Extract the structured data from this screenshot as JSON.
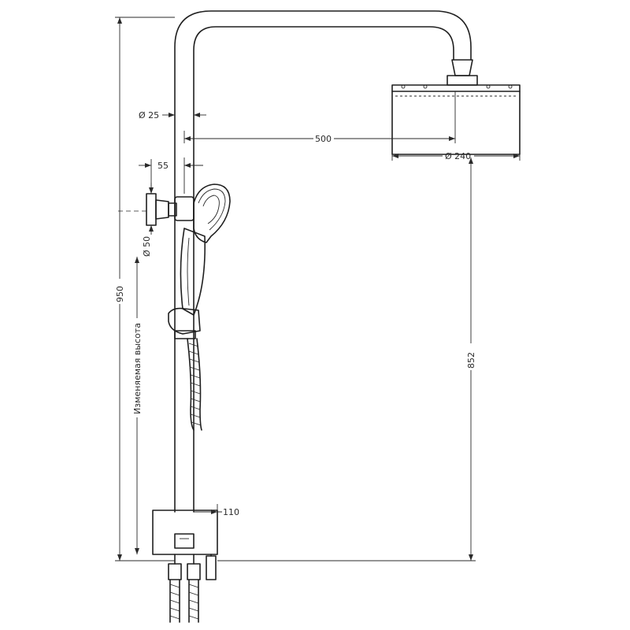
{
  "dimensions": {
    "pipe_diameter": "Ø 25",
    "arm_length": "500",
    "head_diameter": "Ø 240",
    "bracket_offset": "55",
    "bracket_diameter": "Ø 50",
    "total_height": "950",
    "adjustable_height": "Изменяемая высота",
    "outlet_height": "852",
    "mixer_depth": "110"
  }
}
